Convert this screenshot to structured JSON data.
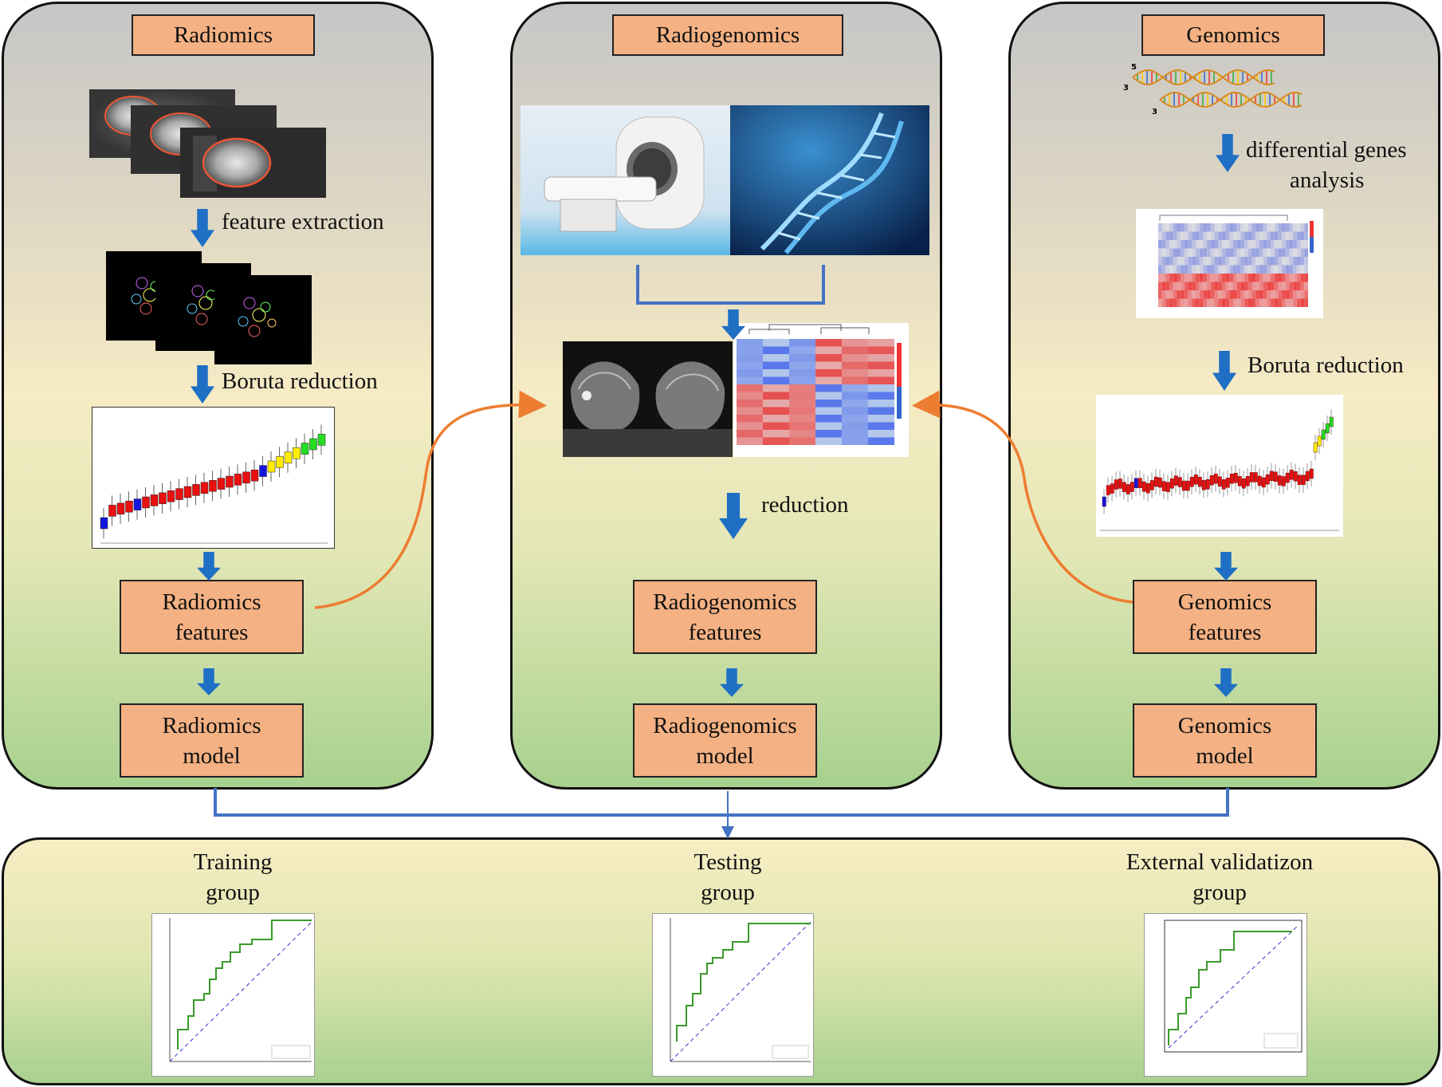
{
  "columns": {
    "radiomics": {
      "title": "Radiomics",
      "step1": "feature extraction",
      "step2": "Boruta reduction",
      "features_line1": "Radiomics",
      "features_line2": "features",
      "model_line1": "Radiomics",
      "model_line2": "model"
    },
    "radiogenomics": {
      "title": "Radiogenomics",
      "step1": "reduction",
      "features_line1": "Radiogenomics",
      "features_line2": "features",
      "model_line1": "Radiogenomics",
      "model_line2": "model"
    },
    "genomics": {
      "title": "Genomics",
      "step1_line1": "differential genes",
      "step1_line2": "analysis",
      "step2": "Boruta reduction",
      "features_line1": "Genomics",
      "features_line2": "features",
      "model_line1": "Genomics",
      "model_line2": "model"
    }
  },
  "groups": [
    {
      "line1": "Training",
      "line2": "group"
    },
    {
      "line1": "Testing",
      "line2": "group"
    },
    {
      "line1": "External validatizon",
      "line2": "group"
    }
  ],
  "colors": {
    "box_fill": "#f4b183",
    "arrow_blue": "#1f6fc5",
    "arrow_orange": "#ed7d31",
    "connector_blue": "#4472c4",
    "roc_green": "#3a9a2a"
  }
}
